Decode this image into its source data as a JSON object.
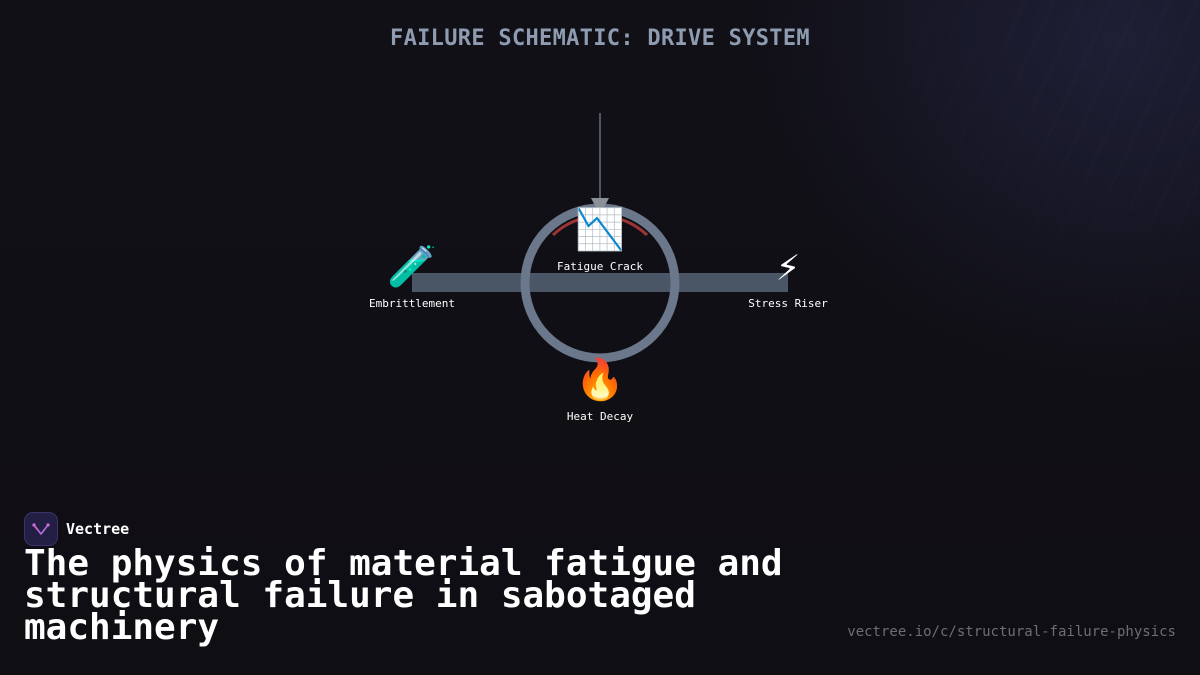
{
  "diagram": {
    "title": "FAILURE SCHEMATIC: DRIVE SYSTEM",
    "nodes": {
      "fatigue_crack": {
        "label": "Fatigue Crack",
        "icon": "chart-decreasing-icon",
        "emoji": "📉"
      },
      "embrittlement": {
        "label": "Embrittlement",
        "icon": "test-tube-icon",
        "emoji": "🧪"
      },
      "stress_riser": {
        "label": "Stress Riser",
        "icon": "lightning-icon",
        "emoji": "⚡"
      },
      "heat_decay": {
        "label": "Heat Decay",
        "icon": "fire-icon",
        "emoji": "🔥"
      }
    },
    "colors": {
      "shaft": "#4a5565",
      "ring": "#6b778a",
      "stress_arc": "#9b3535",
      "load_arrow": "#8a8f98"
    }
  },
  "brand": {
    "name": "Vectree"
  },
  "headline": "The physics of material fatigue and structural failure in sabotaged machinery",
  "url": "vectree.io/c/structural-failure-physics"
}
